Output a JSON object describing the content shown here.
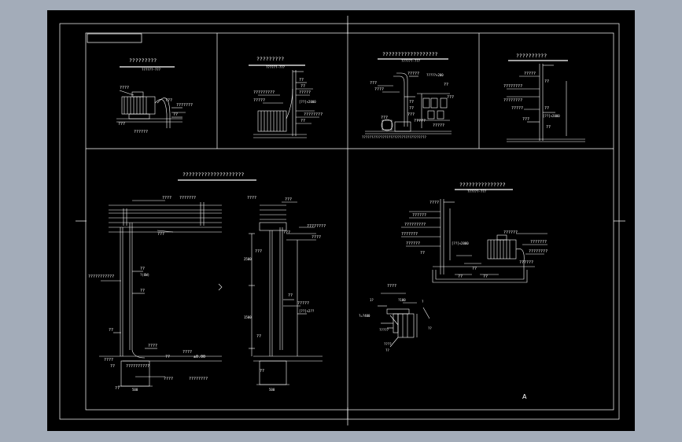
{
  "detail1": {
    "title": "?????????",
    "subtitle": "??????-???",
    "labels": [
      "????",
      "???",
      "???????",
      "??",
      "???",
      "??????"
    ]
  },
  "detail2": {
    "title": "?????????",
    "subtitle": "??????-???",
    "labels": [
      "??",
      "?????????",
      "??",
      "?????",
      "????????",
      "??",
      "?????",
      "[??]×2000"
    ]
  },
  "detail3": {
    "title": "??????????????????",
    "subtitle": "??????-???",
    "labels": [
      "?????",
      "???",
      "????",
      "?????×200",
      "??",
      "???",
      "??",
      "??",
      "???",
      "?????",
      "?????",
      "???",
      "??????????????????????????????????"
    ]
  },
  "detail4": {
    "title": "??????????",
    "labels": [
      "?????",
      "????????",
      "????????",
      "?????",
      "[??]×2000",
      "???",
      "??",
      "??",
      "??"
    ]
  },
  "detail5": {
    "title": "????????????????????",
    "labels": [
      "????",
      "???????",
      "???",
      "???????????",
      "??",
      "?(OW)",
      "??",
      "??",
      "????",
      "????",
      "??????????",
      "??",
      "????",
      "±0.00",
      "????",
      "????????",
      "??",
      "??",
      "500",
      "2500",
      "1500",
      "?????",
      "[??]×2??",
      "???",
      "???",
      "??",
      "??",
      "????",
      "???",
      "????????",
      "????",
      "??",
      "500"
    ]
  },
  "detail6": {
    "title": "???????????????",
    "subtitle": "??????-???",
    "labels": [
      "????",
      "??????",
      "?????????",
      "???????",
      "??????",
      "??????",
      "[??]×2000",
      "???????",
      "??",
      "????????",
      "??????",
      "??",
      "??",
      "??"
    ],
    "sub_title": "????",
    "sub_labels": [
      "1?",
      "?100",
      "?=?400",
      "?",
      "?????",
      "????",
      "??",
      "??"
    ],
    "letter": "A"
  }
}
